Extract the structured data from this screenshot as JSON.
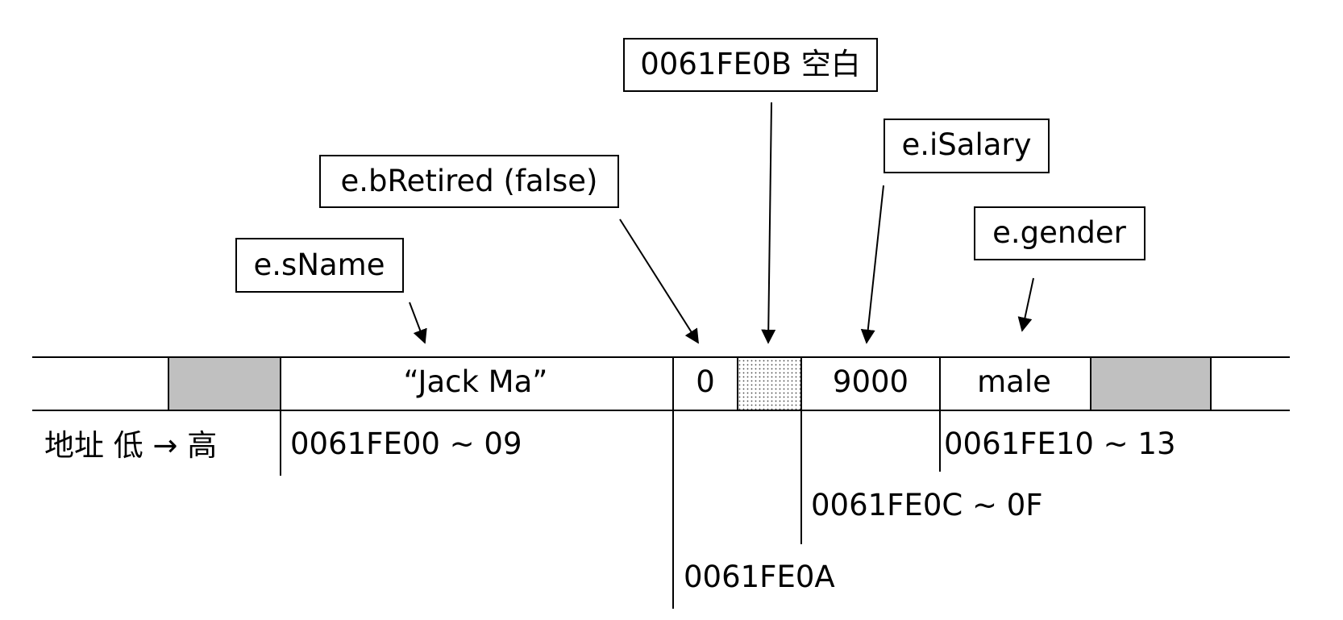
{
  "boxes": {
    "sname": "e.sName",
    "bretired": "e.bRetired (false)",
    "padding": "0061FE0B 空白",
    "isalary": "e.iSalary",
    "gender": "e.gender"
  },
  "cells": {
    "sname_value": "“Jack Ma”",
    "bretired_value": "0",
    "isalary_value": "9000",
    "gender_value": "male"
  },
  "addresses": {
    "direction": "地址 低 → 高",
    "sname_range": "0061FE00 ~ 09",
    "bretired_addr": "0061FE0A",
    "isalary_range": "0061FE0C ~ 0F",
    "gender_range": "0061FE10 ~ 13"
  },
  "colors": {
    "unused_fill": "#c0c0c0",
    "padding_fill": "#e8e8e8",
    "stroke": "#000000"
  }
}
